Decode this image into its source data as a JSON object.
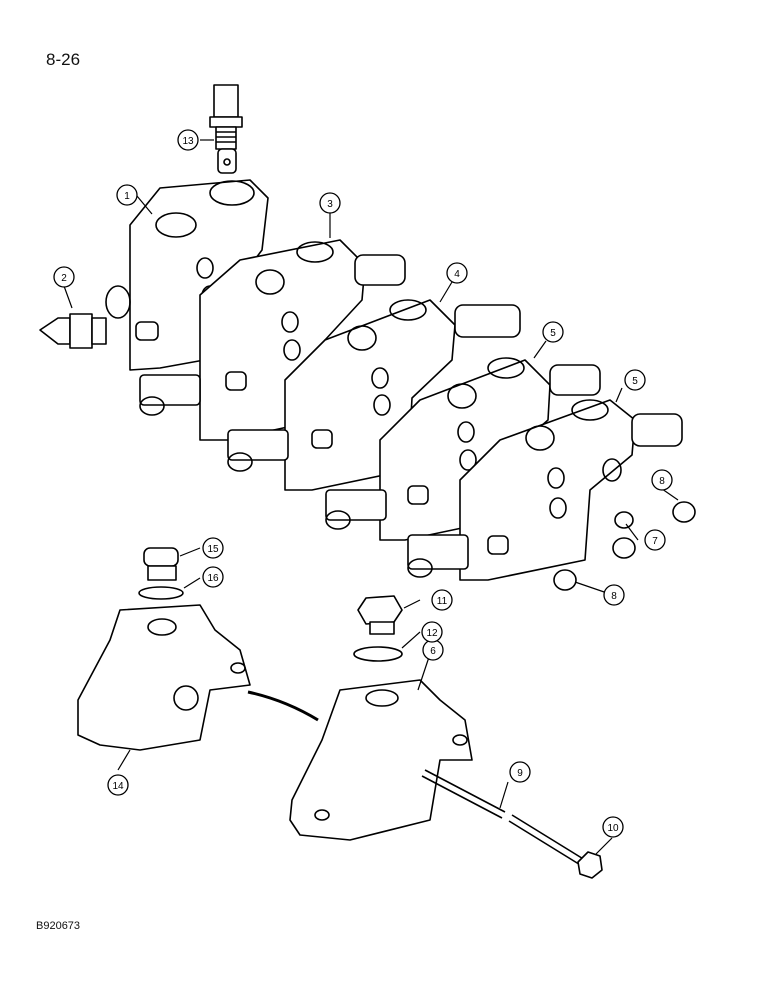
{
  "page": {
    "number": "8-26",
    "figure_code": "B920673"
  },
  "callouts": [
    {
      "id": "c1",
      "label": "1"
    },
    {
      "id": "c2",
      "label": "2"
    },
    {
      "id": "c3",
      "label": "3"
    },
    {
      "id": "c4",
      "label": "4"
    },
    {
      "id": "c5a",
      "label": "5"
    },
    {
      "id": "c5b",
      "label": "5"
    },
    {
      "id": "c6",
      "label": "6"
    },
    {
      "id": "c7",
      "label": "7"
    },
    {
      "id": "c8a",
      "label": "8"
    },
    {
      "id": "c8b",
      "label": "8"
    },
    {
      "id": "c9",
      "label": "9"
    },
    {
      "id": "c10",
      "label": "10"
    },
    {
      "id": "c11",
      "label": "11"
    },
    {
      "id": "c12",
      "label": "12"
    },
    {
      "id": "c13",
      "label": "13"
    },
    {
      "id": "c14",
      "label": "14"
    },
    {
      "id": "c15",
      "label": "15"
    },
    {
      "id": "c16",
      "label": "16"
    }
  ]
}
